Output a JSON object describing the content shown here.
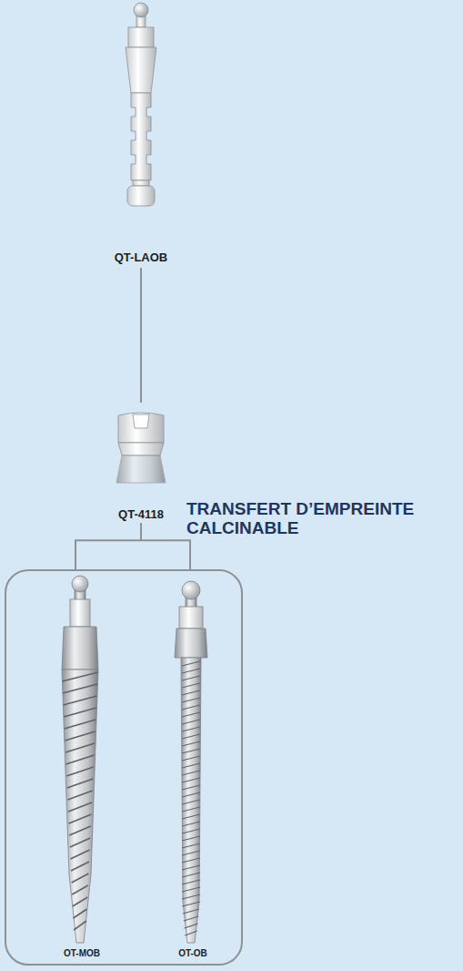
{
  "diagram": {
    "nodes": [
      {
        "text": [
          "QT-LAOB"
        ]
      },
      {
        "text": [
          "QT-4118"
        ]
      },
      {
        "text": [
          "OT-MOB",
          "OT-OB"
        ]
      }
    ],
    "edges": [
      {
        "from": 0,
        "to": 1,
        "arrow": "none"
      },
      {
        "from": 1,
        "to": 2,
        "arrow": "none"
      }
    ],
    "labels": [
      "TRANSFERT D’EMPREINTE CALCINABLE"
    ]
  }
}
